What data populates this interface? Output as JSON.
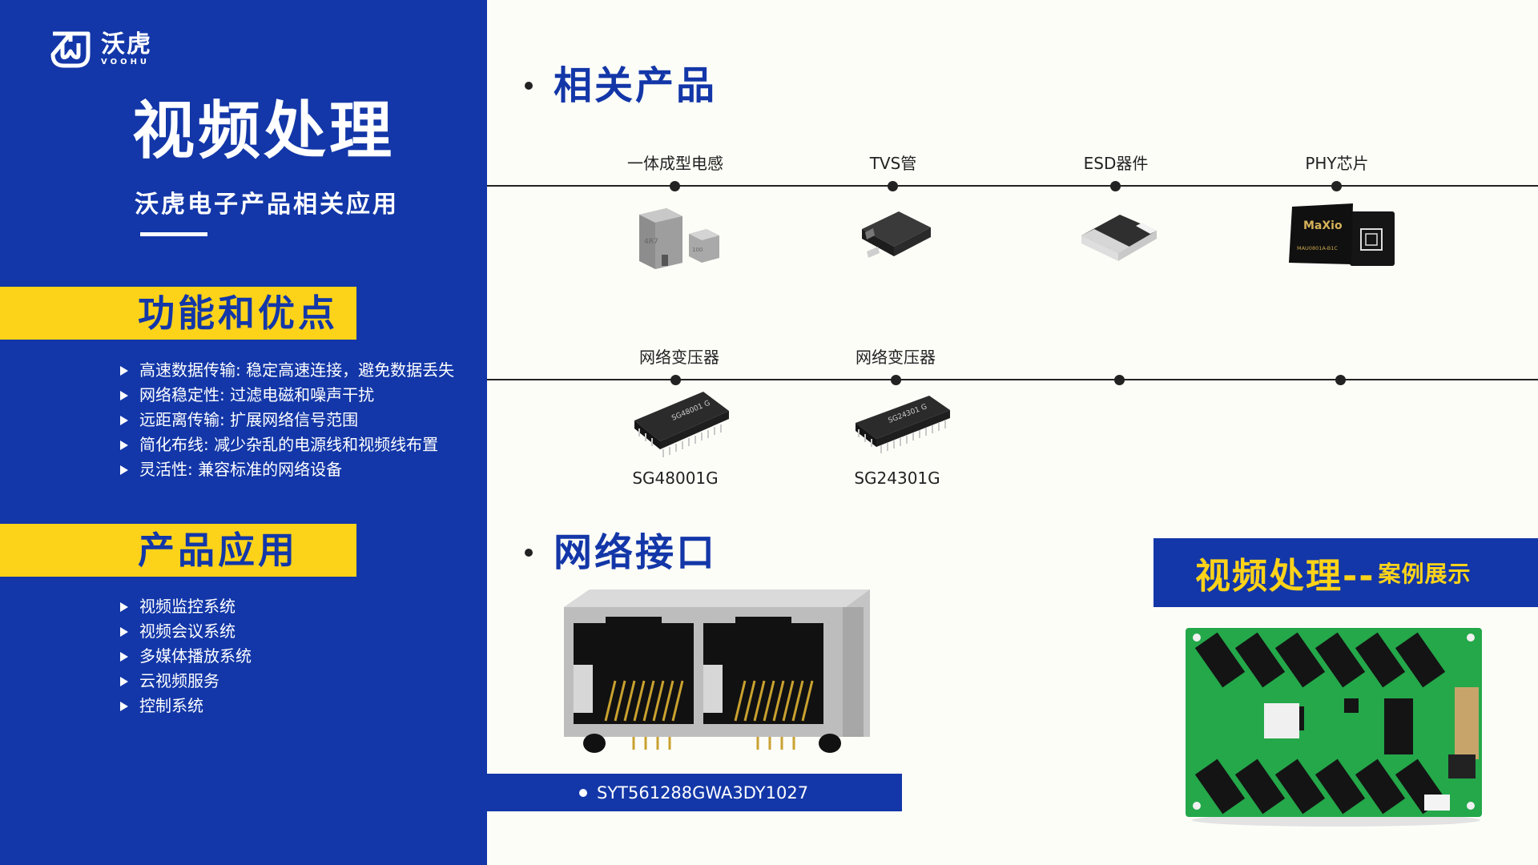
{
  "brand": {
    "name_cn": "沃虎",
    "name_en": "VOOHU"
  },
  "left": {
    "title": "视频处理",
    "subtitle": "沃虎电子产品相关应用",
    "features": {
      "heading": "功能和优点",
      "items": [
        "高速数据传输: 稳定高速连接，避免数据丢失",
        "网络稳定性: 过滤电磁和噪声干扰",
        "远距离传输: 扩展网络信号范围",
        "简化布线: 减少杂乱的电源线和视频线布置",
        "灵活性: 兼容标准的网络设备"
      ]
    },
    "applications": {
      "heading": "产品应用",
      "items": [
        "视频监控系统",
        "视频会议系统",
        "多媒体播放系统",
        "云视频服务",
        "控制系统"
      ]
    }
  },
  "related": {
    "heading": "相关产品",
    "row1": [
      "一体成型电感",
      "TVS管",
      "ESD器件",
      "PHY芯片"
    ],
    "row2": [
      "网络变压器",
      "网络变压器"
    ],
    "row2_models": [
      "SG48001G",
      "SG24301G"
    ],
    "chip_markings": {
      "brand": "MaXio",
      "part": "MAU0801A-B1C",
      "tfm1": "SG48001 G",
      "tfm2": "SG24301 G"
    }
  },
  "network": {
    "heading": "网络接口",
    "model": "SYT561288GWA3DY1027"
  },
  "case": {
    "title": "视频处理--",
    "suffix": "案例展示"
  },
  "colors": {
    "primary": "#1337a8",
    "accent": "#fdd319",
    "background": "#fdfdf8"
  }
}
